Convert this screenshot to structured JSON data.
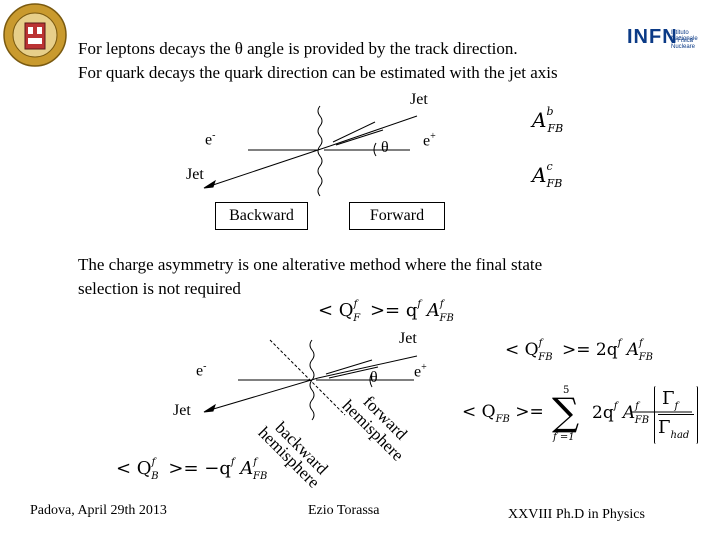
{
  "header": {
    "line1": "For leptons decays the θ angle is provided by the track direction.",
    "line2": "For quark decays the quark direction can be estimated with the jet axis",
    "logo_left_text": "UNIVERSITAS STUDII PADUANI",
    "logo_right_name": "INFN",
    "logo_right_sub1": "Istituto Nazionale",
    "logo_right_sub2": "di Fisica Nucleare"
  },
  "top_diagram": {
    "jet_top": "Jet",
    "e_minus": "e",
    "e_minus_sup": "-",
    "theta": "θ",
    "e_plus": "e",
    "e_plus_sup": "+",
    "jet_bottom": "Jet",
    "backward_box": "Backward",
    "forward_box": "Forward"
  },
  "right_formulas": {
    "afb_b_main": "A",
    "afb_b_sup": "b",
    "afb_b_sub": "FB",
    "afb_c_main": "A",
    "afb_c_sup": "c",
    "afb_c_sub": "FB"
  },
  "middle": {
    "line1": "The charge asymmetry is one alterative method where the final state",
    "line2": "selection is not required"
  },
  "bottom_diagram": {
    "jet_top": "Jet",
    "e_minus": "e",
    "e_minus_sup": "-",
    "theta": "θ",
    "e_plus": "e",
    "e_plus_sup": "+",
    "jet_left": "Jet",
    "forward_1": "forward",
    "forward_2": "hemisphere",
    "backward_1": "backward",
    "backward_2": "hemisphere"
  },
  "formulas": {
    "qf_eq": "< Q",
    "qf_sub": "F",
    "qf_sup": "f",
    "qf_rhs": ">= q",
    "qf_afb": "A",
    "qfb_eq": "< Q",
    "qfb_sub": "FB",
    "qfb_rhs": ">= 2q",
    "sum_lhs": "< Q",
    "sum_sub": "FB",
    "sum_eq": ">=",
    "sum_top": "5",
    "sum_bottom": "f =1",
    "sum_term": "2q",
    "gamma_num": "Γ",
    "gamma_den": "Γ",
    "gamma_den_sub": "had",
    "qb_lhs": "< Q",
    "qb_sub": "B",
    "qb_rhs": ">= −q"
  },
  "footer": {
    "left": "Padova, April 29th 2013",
    "center": "Ezio Torassa",
    "right": "XXVIII  Ph.D in Physics"
  }
}
